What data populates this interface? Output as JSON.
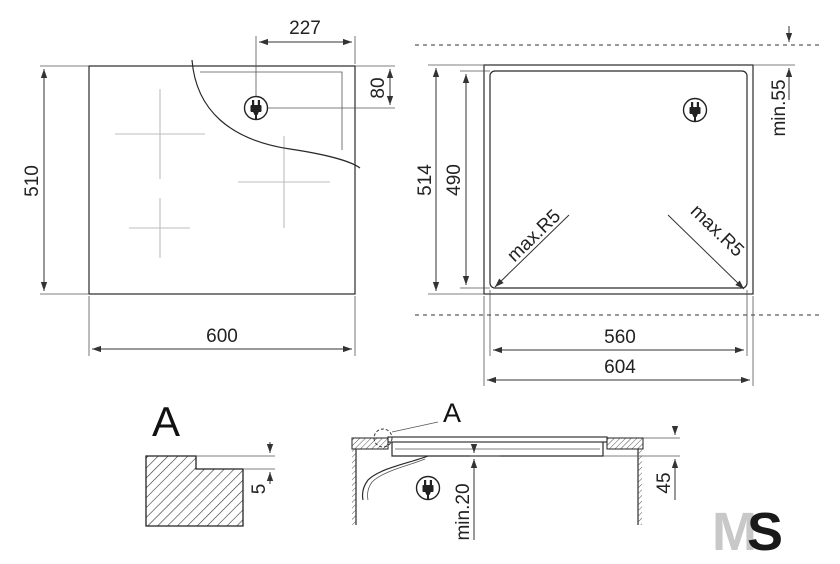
{
  "top_view": {
    "width_label": "600",
    "depth_label": "510",
    "plug_offset_x_label": "227",
    "plug_offset_y_label": "80"
  },
  "cutout_view": {
    "outer_width_label": "604",
    "inner_width_label": "560",
    "outer_depth_label": "514",
    "inner_depth_label": "490",
    "clearance_label": "min.55",
    "radius_left_label": "max.R5",
    "radius_right_label": "max.R5"
  },
  "detail": {
    "title": "A",
    "step_label": "5"
  },
  "section_view": {
    "marker_label": "A",
    "height_label": "45",
    "gap_label": "min.20"
  },
  "logo": {
    "letter_m": "M",
    "letter_s": "S"
  },
  "colors": {
    "line": "#2a2a2a",
    "zone": "#bdbdbd",
    "logo_m": "#c8c8c8",
    "logo_s": "#1a1a1a"
  },
  "icons": [
    "plug-icon"
  ]
}
